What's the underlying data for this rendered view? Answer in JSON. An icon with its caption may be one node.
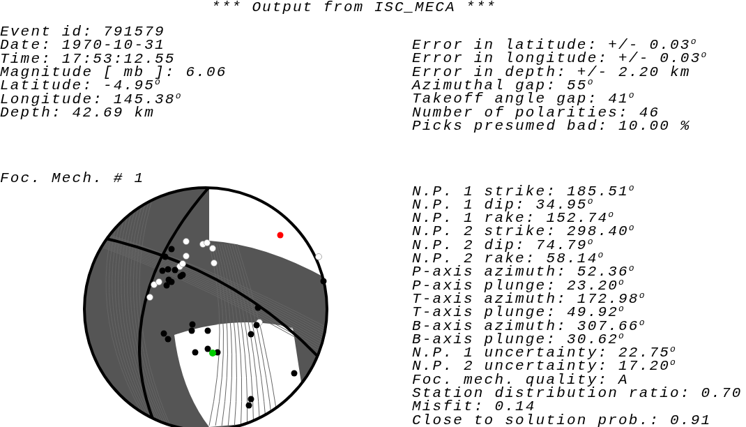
{
  "diagram": {
    "title": "*** Output from ISC_MECA ***",
    "labels": [
      "Event id: 791579",
      "Date: 1970-10-31",
      "Time: 17:53:12.55",
      "Magnitude [ mb ]: 6.06",
      "Latitude: -4.95$^{o}$",
      "Longitude: 145.38$^{o}$",
      "Depth: 42.69 km",
      "Error in latitude: +/- 0.03$^{o}$",
      "Error in longitude: +/- 0.03$^{o}$",
      "Error in depth: +/- 2.20 km",
      "Azimuthal gap: 55$^{o}$",
      "Takeoff angle gap: 41$^{o}$",
      "Number of polarities: 46",
      "Picks presumed bad: 10.00 %",
      "Foc. Mech. # 1",
      "N.P. 1 strike: 185.51$^{o}$",
      "N.P. 1 dip: 34.95$^{o}$",
      "N.P. 1 rake: 152.74$^{o}$",
      "N.P. 2 strike: 298.40$^{o}$",
      "N.P. 2 dip: 74.79$^{o}$",
      "N.P. 2 rake: 58.14$^{o}$",
      "P-axis azimuth: 52.36$^{o}$",
      "P-axis plunge: 23.20$^{o}$",
      "T-axis azimuth: 172.98$^{o}$",
      "T-axis plunge: 49.92$^{o}$",
      "B-axis azimuth: 307.66$^{o}$",
      "B-axis plunge: 30.62$^{o}$",
      "N.P. 1 uncertainty: 22.75$^{o}$",
      "N.P. 2 uncertainty: 17.20$^{o}$",
      "Foc. mech. quality: A",
      "Station distribution ratio: 0.70",
      "Misfit: 0.14",
      "Close to solution prob.: 0.91"
    ]
  }
}
